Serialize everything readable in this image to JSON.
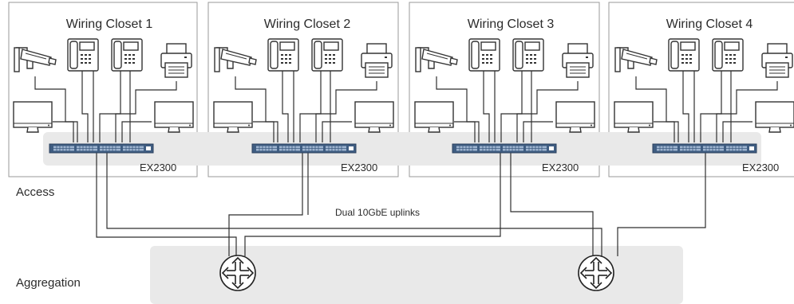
{
  "closets": [
    {
      "title": "Wiring Closet 1",
      "switch_model": "EX2300"
    },
    {
      "title": "Wiring Closet 2",
      "switch_model": "EX2300"
    },
    {
      "title": "Wiring Closet 3",
      "switch_model": "EX2300"
    },
    {
      "title": "Wiring Closet 4",
      "switch_model": "EX2300"
    }
  ],
  "tiers": {
    "access": "Access",
    "aggregation": "Aggregation"
  },
  "uplink_label": "Dual 10GbE uplinks",
  "colors": {
    "band": "#e9e9e9",
    "box_border": "#9a9a9a",
    "line": "#2f2f2f",
    "switch_blue": "#3f5d82"
  },
  "icons": [
    "security-camera-icon",
    "ip-phone-icon",
    "ip-phone-icon",
    "printer-icon",
    "monitor-icon",
    "monitor-icon",
    "access-switch-icon",
    "aggregation-router-icon"
  ]
}
